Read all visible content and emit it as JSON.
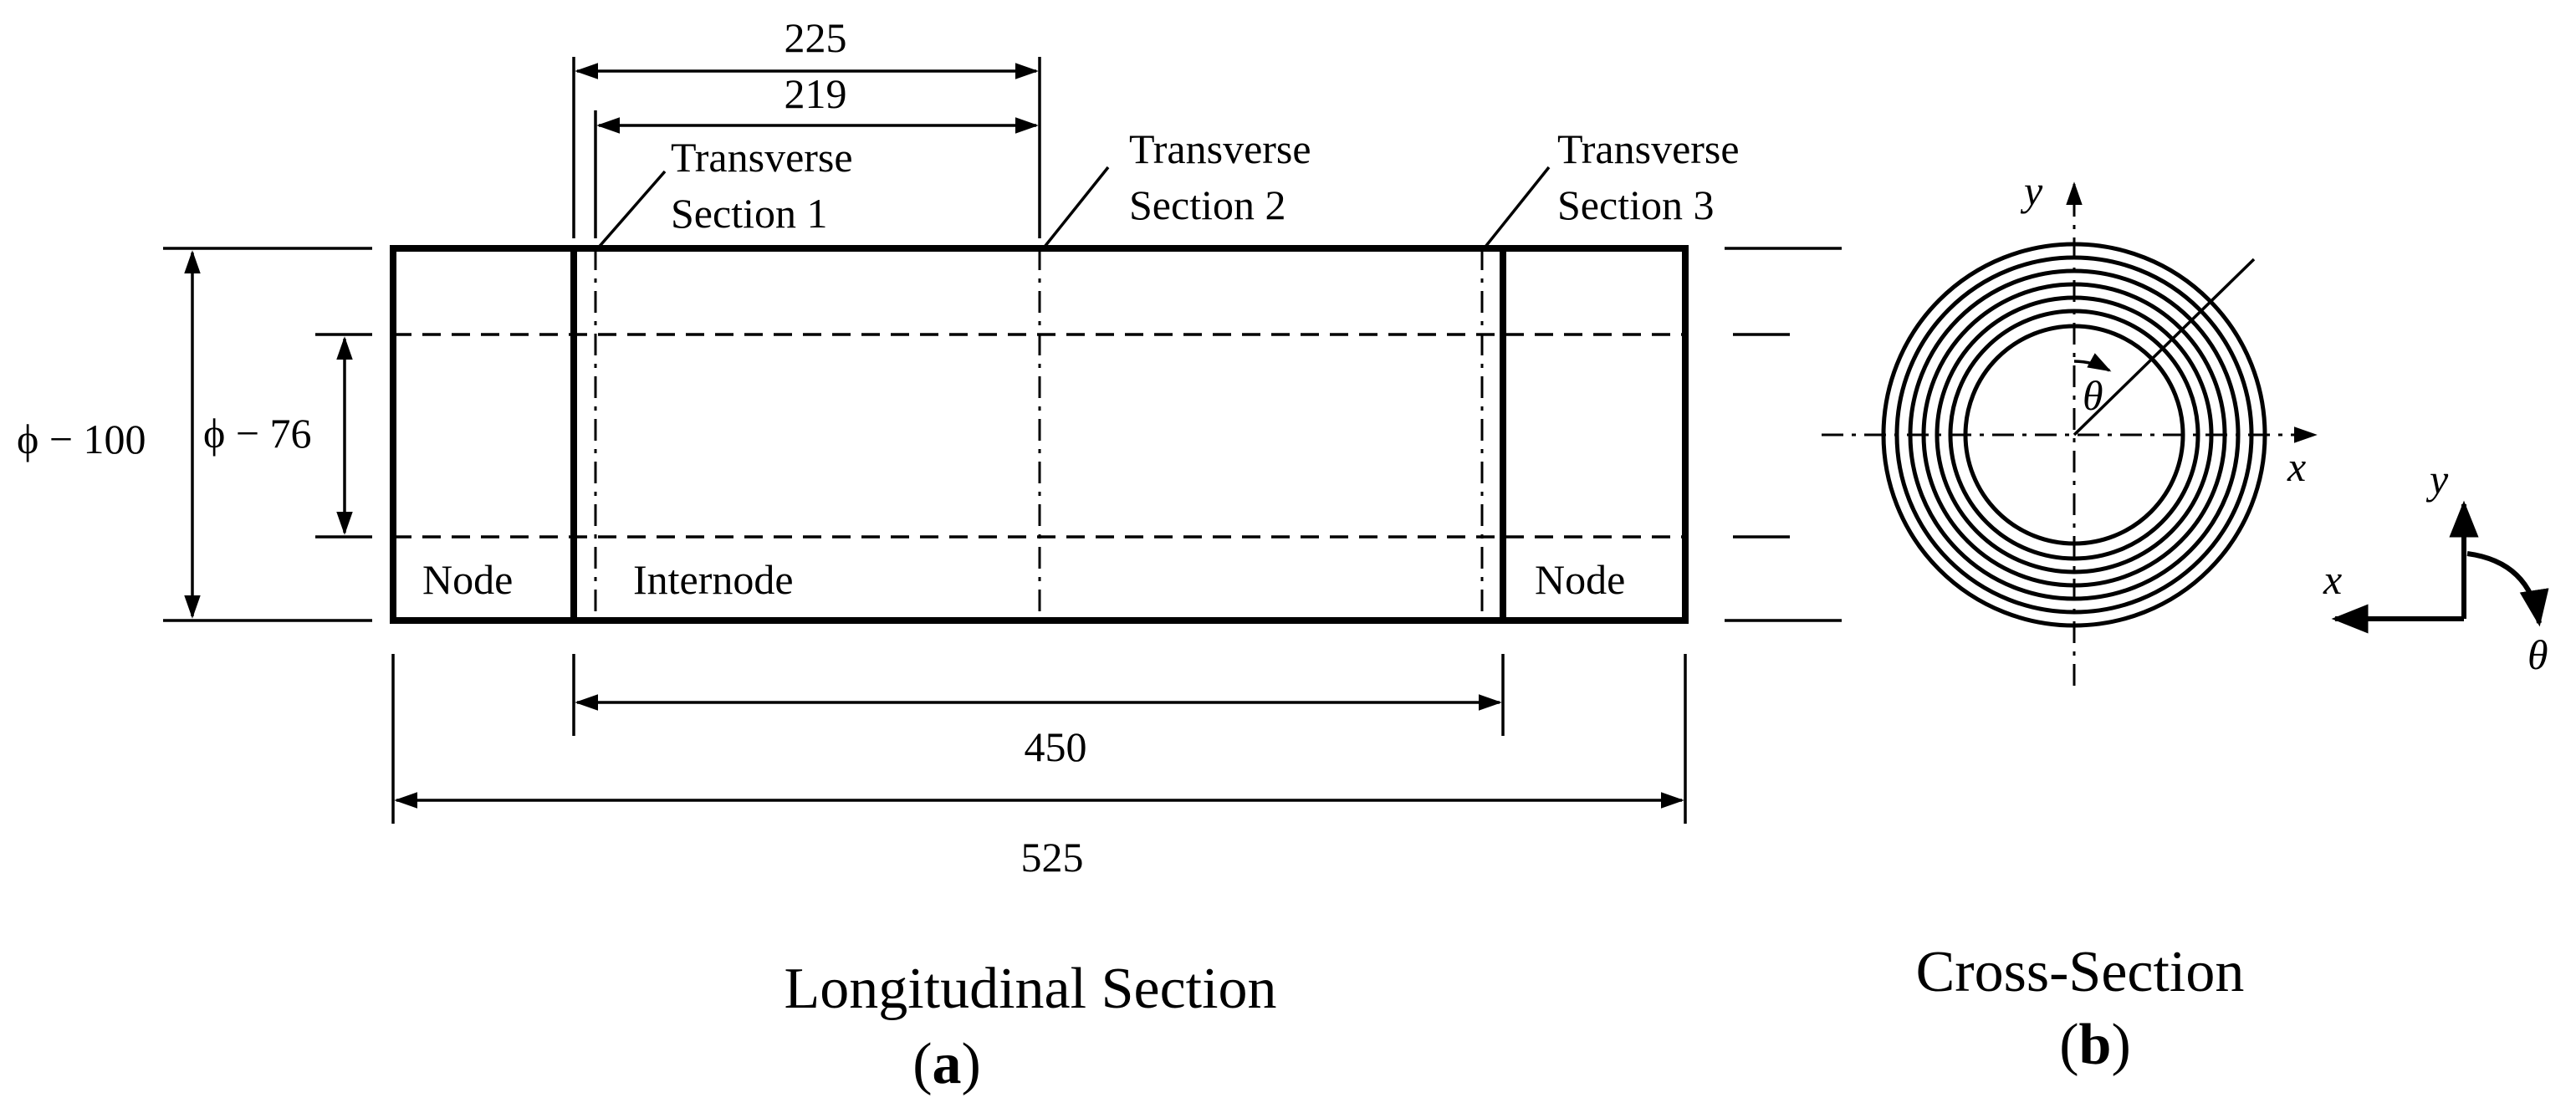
{
  "panel_a": {
    "dims": {
      "d225": "225",
      "d219": "219",
      "d450": "450",
      "d525": "525"
    },
    "diameters": {
      "outer": "ϕ − 100",
      "inner": "ϕ − 76"
    },
    "sections": {
      "s1_line1": "Transverse",
      "s1_line2": "Section 1",
      "s2_line1": "Transverse",
      "s2_line2": "Section 2",
      "s3_line1": "Transverse",
      "s3_line2": "Section 3"
    },
    "regions": {
      "node_left": "Node",
      "internode": "Internode",
      "node_right": "Node"
    },
    "caption": "Longitudinal Section",
    "label_open": "(",
    "label_letter": "a",
    "label_close": ")"
  },
  "panel_b": {
    "axis_x": "x",
    "axis_y": "y",
    "theta": "θ",
    "coord_x": "x",
    "coord_y": "y",
    "coord_theta": "θ",
    "caption": "Cross-Section",
    "label_open": "(",
    "label_letter": "b",
    "label_close": ")"
  }
}
